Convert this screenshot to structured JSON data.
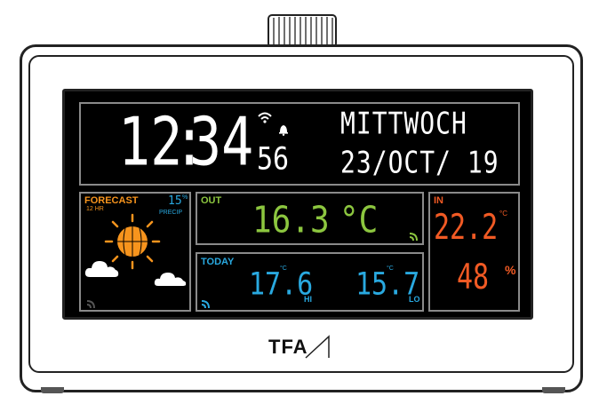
{
  "clock": {
    "hours": "12",
    "minutes": "34",
    "seconds": "56",
    "separator": ":"
  },
  "date": {
    "weekday": "MITTWOCH",
    "date_line": "23/OCT/ 19"
  },
  "forecast": {
    "title": "FORECAST",
    "subtitle": "12 HR",
    "precip_value": "15",
    "precip_unit": "%",
    "precip_label": "PRECIP"
  },
  "outdoor": {
    "label": "OUT",
    "temperature": "16.3",
    "unit": "°C"
  },
  "today": {
    "label": "TODAY",
    "hi_value": "17.6",
    "hi_unit": "°C",
    "hi_label": "HI",
    "lo_value": "15.7",
    "lo_unit": "°C",
    "lo_label": "LO"
  },
  "indoor": {
    "label": "IN",
    "temperature": "22.2",
    "temp_unit": "°C",
    "humidity": "48",
    "humidity_unit": "%"
  },
  "brand": {
    "logo": "TFA"
  },
  "colors": {
    "clock": "#ffffff",
    "forecast": "#f7941d",
    "precip": "#29a9e0",
    "outdoor": "#8cc63f",
    "today": "#29a9e0",
    "indoor": "#f15a24",
    "panel_border": "#8a8a8a"
  },
  "icons": [
    "wifi-icon",
    "bell-icon",
    "sun-icon",
    "cloud-icon",
    "signal-icon"
  ]
}
